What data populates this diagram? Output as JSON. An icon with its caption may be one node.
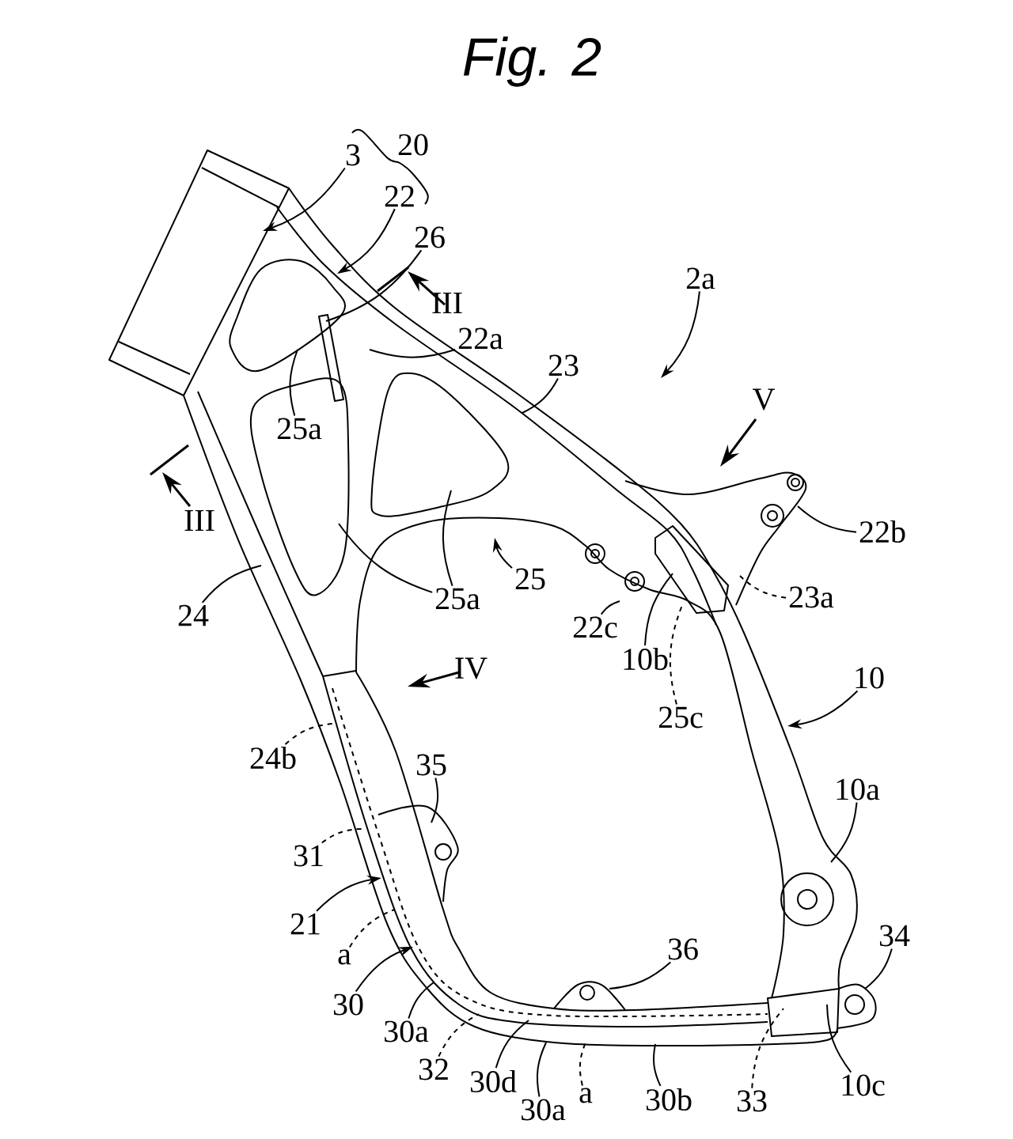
{
  "diagram": {
    "title": "*Fig. 2*",
    "nodes": [
      {
        "text": [
          "3"
        ]
      },
      {
        "text": [
          "20"
        ]
      },
      {
        "text": [
          "22"
        ]
      },
      {
        "text": [
          "26"
        ]
      },
      {
        "text": [
          "2a"
        ]
      },
      {
        "text": [
          "22a"
        ]
      },
      {
        "text": [
          "23"
        ]
      },
      {
        "text": [
          "25a"
        ]
      },
      {
        "text": [
          "22b"
        ]
      },
      {
        "text": [
          "25"
        ]
      },
      {
        "text": [
          "25a"
        ]
      },
      {
        "text": [
          "23a"
        ]
      },
      {
        "text": [
          "24"
        ]
      },
      {
        "text": [
          "22c"
        ]
      },
      {
        "text": [
          "10b"
        ]
      },
      {
        "text": [
          "10"
        ]
      },
      {
        "text": [
          "25c"
        ]
      },
      {
        "text": [
          "24b"
        ]
      },
      {
        "text": [
          "35"
        ]
      },
      {
        "text": [
          "10a"
        ]
      },
      {
        "text": [
          "31"
        ]
      },
      {
        "text": [
          "21"
        ]
      },
      {
        "text": [
          "36"
        ]
      },
      {
        "text": [
          "34"
        ]
      },
      {
        "text": [
          "a"
        ]
      },
      {
        "text": [
          "30"
        ]
      },
      {
        "text": [
          "30a"
        ]
      },
      {
        "text": [
          "32"
        ]
      },
      {
        "text": [
          "30d"
        ]
      },
      {
        "text": [
          "33"
        ]
      },
      {
        "text": [
          "10c"
        ]
      },
      {
        "text": [
          "30a"
        ]
      },
      {
        "text": [
          "a"
        ]
      },
      {
        "text": [
          "30b"
        ]
      }
    ],
    "edges": [
      {
        "from": 0,
        "to": null,
        "arrow": "to"
      },
      {
        "from": 2,
        "to": null,
        "arrow": "to"
      },
      {
        "from": 3,
        "to": null,
        "arrow": "none"
      },
      {
        "from": 4,
        "to": null,
        "arrow": "to"
      },
      {
        "from": 5,
        "to": null,
        "arrow": "none"
      },
      {
        "from": 6,
        "to": null,
        "arrow": "none"
      },
      {
        "from": 7,
        "to": null,
        "arrow": "none"
      },
      {
        "from": 8,
        "to": null,
        "arrow": "none"
      },
      {
        "from": 9,
        "to": null,
        "arrow": "to"
      },
      {
        "from": 10,
        "to": null,
        "arrow": "none"
      },
      {
        "from": 10,
        "to": null,
        "arrow": "none"
      },
      {
        "from": 11,
        "to": null,
        "arrow": "none",
        "style": "dashed"
      },
      {
        "from": 12,
        "to": null,
        "arrow": "none"
      },
      {
        "from": 13,
        "to": null,
        "arrow": "none"
      },
      {
        "from": 14,
        "to": null,
        "arrow": "none"
      },
      {
        "from": 15,
        "to": null,
        "arrow": "to"
      },
      {
        "from": 16,
        "to": null,
        "arrow": "none",
        "style": "dashed"
      },
      {
        "from": 17,
        "to": null,
        "arrow": "none",
        "style": "dashed"
      },
      {
        "from": 18,
        "to": null,
        "arrow": "none"
      },
      {
        "from": 19,
        "to": null,
        "arrow": "none"
      },
      {
        "from": 20,
        "to": null,
        "arrow": "none",
        "style": "dashed"
      },
      {
        "from": 21,
        "to": null,
        "arrow": "to"
      },
      {
        "from": 22,
        "to": null,
        "arrow": "none"
      },
      {
        "from": 23,
        "to": null,
        "arrow": "none"
      },
      {
        "from": 24,
        "to": null,
        "arrow": "none",
        "style": "dashed"
      },
      {
        "from": 25,
        "to": null,
        "arrow": "to"
      },
      {
        "from": 26,
        "to": null,
        "arrow": "none"
      },
      {
        "from": 27,
        "to": null,
        "arrow": "none",
        "style": "dashed"
      },
      {
        "from": 28,
        "to": null,
        "arrow": "none"
      },
      {
        "from": 29,
        "to": null,
        "arrow": "none",
        "style": "dashed"
      },
      {
        "from": 30,
        "to": null,
        "arrow": "none"
      },
      {
        "from": 31,
        "to": null,
        "arrow": "none"
      },
      {
        "from": 32,
        "to": null,
        "arrow": "none",
        "style": "dashed"
      },
      {
        "from": 33,
        "to": null,
        "arrow": "none"
      }
    ],
    "labels": [
      "III",
      "V",
      "III",
      "IV"
    ]
  }
}
